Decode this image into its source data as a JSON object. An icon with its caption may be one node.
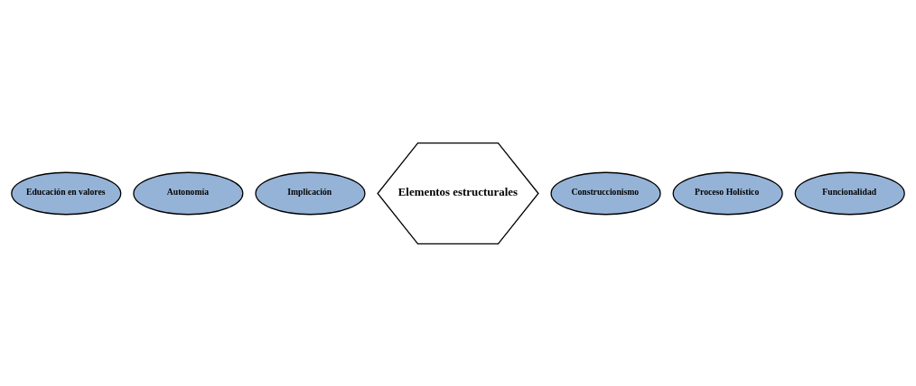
{
  "diagram": {
    "nodes": [
      {
        "text": [
          "Educación en valores"
        ]
      },
      {
        "text": [
          "Construccionismo"
        ]
      },
      {
        "text": [
          "Elementos estructurales"
        ]
      },
      {
        "text": [
          "Autonomía"
        ]
      },
      {
        "text": [
          "Proceso Holístico"
        ]
      },
      {
        "text": [
          "Implicación"
        ]
      },
      {
        "text": [
          "Funcionalidad"
        ]
      }
    ]
  }
}
